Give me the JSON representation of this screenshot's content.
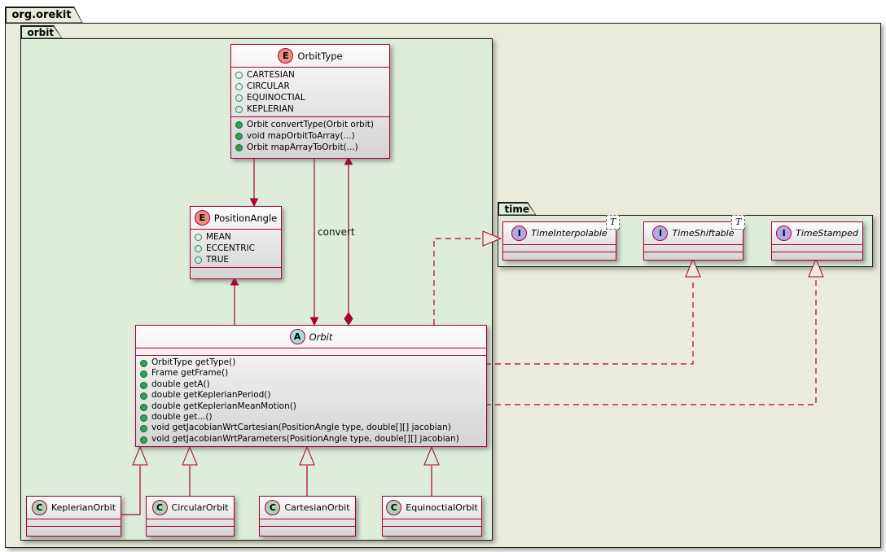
{
  "colors": {
    "uml_border": "#A80036",
    "package_border": "#1b1b1b",
    "root_package_bg": "#EBEBDB",
    "green_package_bg": "#DDEDDA",
    "enum_spot": "#EB8E7C",
    "abstract_spot": "#A9DCDF",
    "class_spot": "#ADD1B2",
    "interface_spot": "#B4A7E5",
    "method_dot": "#2FA152"
  },
  "packages": {
    "root": {
      "name": "org.orekit"
    },
    "orbit": {
      "name": "orbit"
    },
    "time": {
      "name": "time"
    }
  },
  "classes": {
    "orbit_type": {
      "spot": "E",
      "name": "OrbitType",
      "fields": [
        "CARTESIAN",
        "CIRCULAR",
        "EQUINOCTIAL",
        "KEPLERIAN"
      ],
      "methods": [
        "Orbit convertType(Orbit orbit)",
        "void mapOrbitToArray(...)",
        "Orbit mapArrayToOrbit(...)"
      ]
    },
    "position_angle": {
      "spot": "E",
      "name": "PositionAngle",
      "fields": [
        "MEAN",
        "ECCENTRIC",
        "TRUE"
      ]
    },
    "orbit": {
      "spot": "A",
      "name": "Orbit",
      "methods": [
        "OrbitType getType()",
        "Frame getFrame()",
        "double getA()",
        "double getKeplerianPeriod()",
        "double getKeplerianMeanMotion()",
        "double get...()",
        "void getJacobianWrtCartesian(PositionAngle type, double[][] jacobian)",
        "void getJacobianWrtParameters(PositionAngle type, double[][] jacobian)"
      ]
    },
    "keplerian_orbit": {
      "spot": "C",
      "name": "KeplerianOrbit"
    },
    "circular_orbit": {
      "spot": "C",
      "name": "CircularOrbit"
    },
    "cartesian_orbit": {
      "spot": "C",
      "name": "CartesianOrbit"
    },
    "equinoctial_orbit": {
      "spot": "C",
      "name": "EquinoctialOrbit"
    },
    "time_interpolable": {
      "spot": "I",
      "name": "TimeInterpolable",
      "generic": "T"
    },
    "time_shiftable": {
      "spot": "I",
      "name": "TimeShiftable",
      "generic": "T"
    },
    "time_stamped": {
      "spot": "I",
      "name": "TimeStamped"
    }
  },
  "edges": {
    "convert_label": "convert"
  }
}
